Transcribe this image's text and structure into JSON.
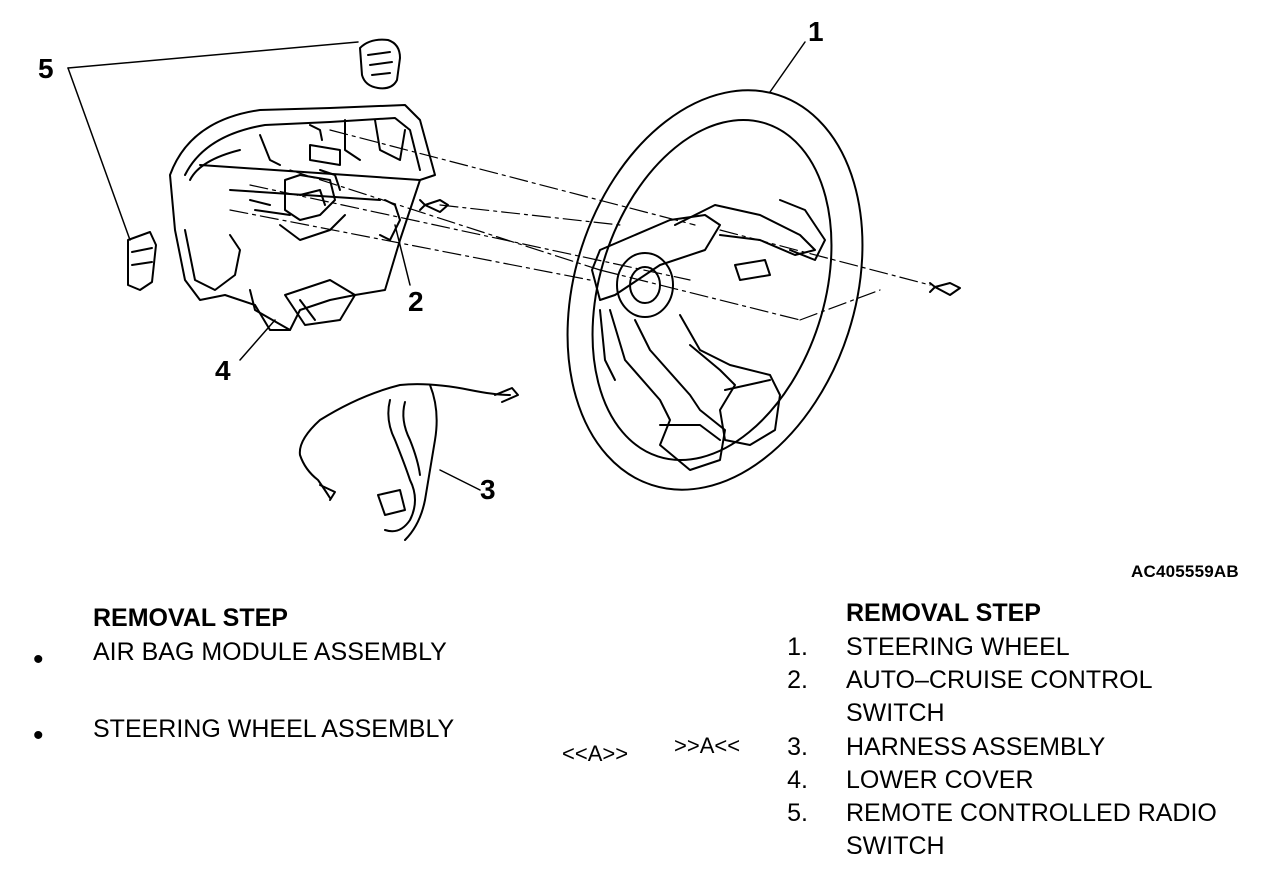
{
  "figure": {
    "id": "AC405559AB",
    "callouts": [
      "1",
      "2",
      "3",
      "4",
      "5"
    ]
  },
  "left_list": {
    "heading": "REMOVAL STEP",
    "items": [
      "AIR BAG MODULE ASSEMBLY",
      "STEERING WHEEL ASSEMBLY"
    ],
    "bullet": "•"
  },
  "markers": {
    "left": "<<A>>",
    "right": ">>A<<"
  },
  "right_list": {
    "heading": "REMOVAL STEP",
    "steps": [
      {
        "num": "1.",
        "lines": [
          "STEERING WHEEL"
        ]
      },
      {
        "num": "2.",
        "lines": [
          "AUTO–CRUISE CONTROL",
          "SWITCH"
        ]
      },
      {
        "num": "3.",
        "lines": [
          "HARNESS ASSEMBLY"
        ]
      },
      {
        "num": "4.",
        "lines": [
          "LOWER COVER"
        ]
      },
      {
        "num": "5.",
        "lines": [
          "REMOTE CONTROLLED RADIO",
          "SWITCH"
        ]
      }
    ]
  }
}
